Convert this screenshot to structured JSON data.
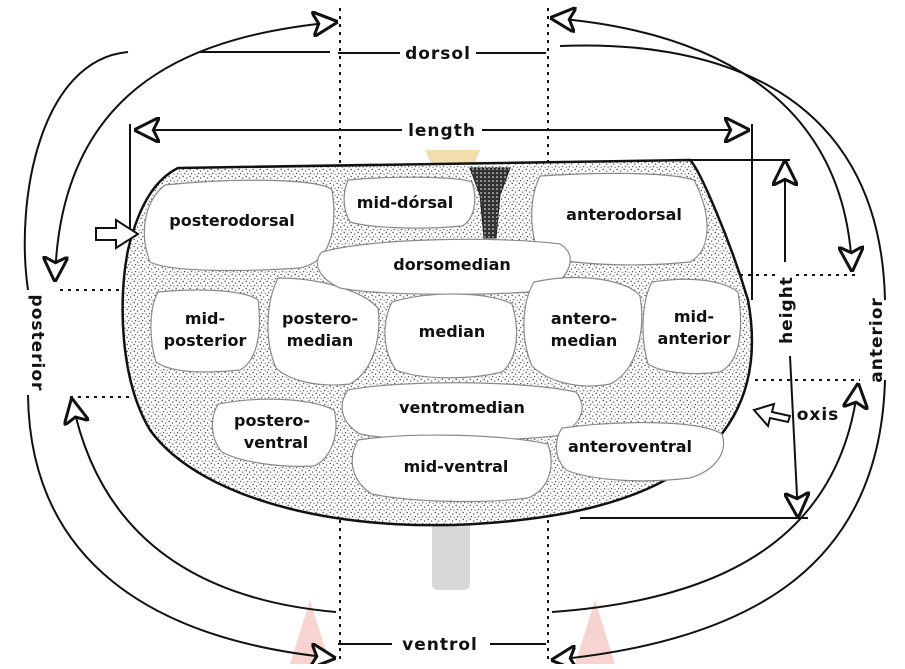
{
  "colors": {
    "ink": "#111111",
    "paper": "#ffffff",
    "stipple": "#6f6f6f",
    "watermark_gold": "#e8c36a",
    "watermark_red": "#f0b0a8",
    "watermark_gray": "#b9b9b9"
  },
  "directions": {
    "dorsal": "dorsol",
    "ventral": "ventrol",
    "posterior": "posterior",
    "anterior": "anterior",
    "length": "length",
    "height": "height",
    "axis": "oxis"
  },
  "regions": {
    "posterodorsal": "posterodorsal",
    "mid_dorsal": "mid-dórsal",
    "anterodorsal": "anterodorsal",
    "dorsomedian": "dorsomedian",
    "mid_posterior_1": "mid-",
    "mid_posterior_2": "posterior",
    "posteromedian_1": "postero-",
    "posteromedian_2": "median",
    "median": "median",
    "anteromedian_1": "antero-",
    "anteromedian_2": "median",
    "mid_anterior_1": "mid-",
    "mid_anterior_2": "anterior",
    "ventromedian": "ventromedian",
    "posteroventral_1": "postero-",
    "posteroventral_2": "ventral",
    "mid_ventral": "mid-ventral",
    "anteroventral": "anteroventral"
  },
  "icons": [
    "hollow-arrow-icon",
    "pointer-arrow-icon"
  ]
}
